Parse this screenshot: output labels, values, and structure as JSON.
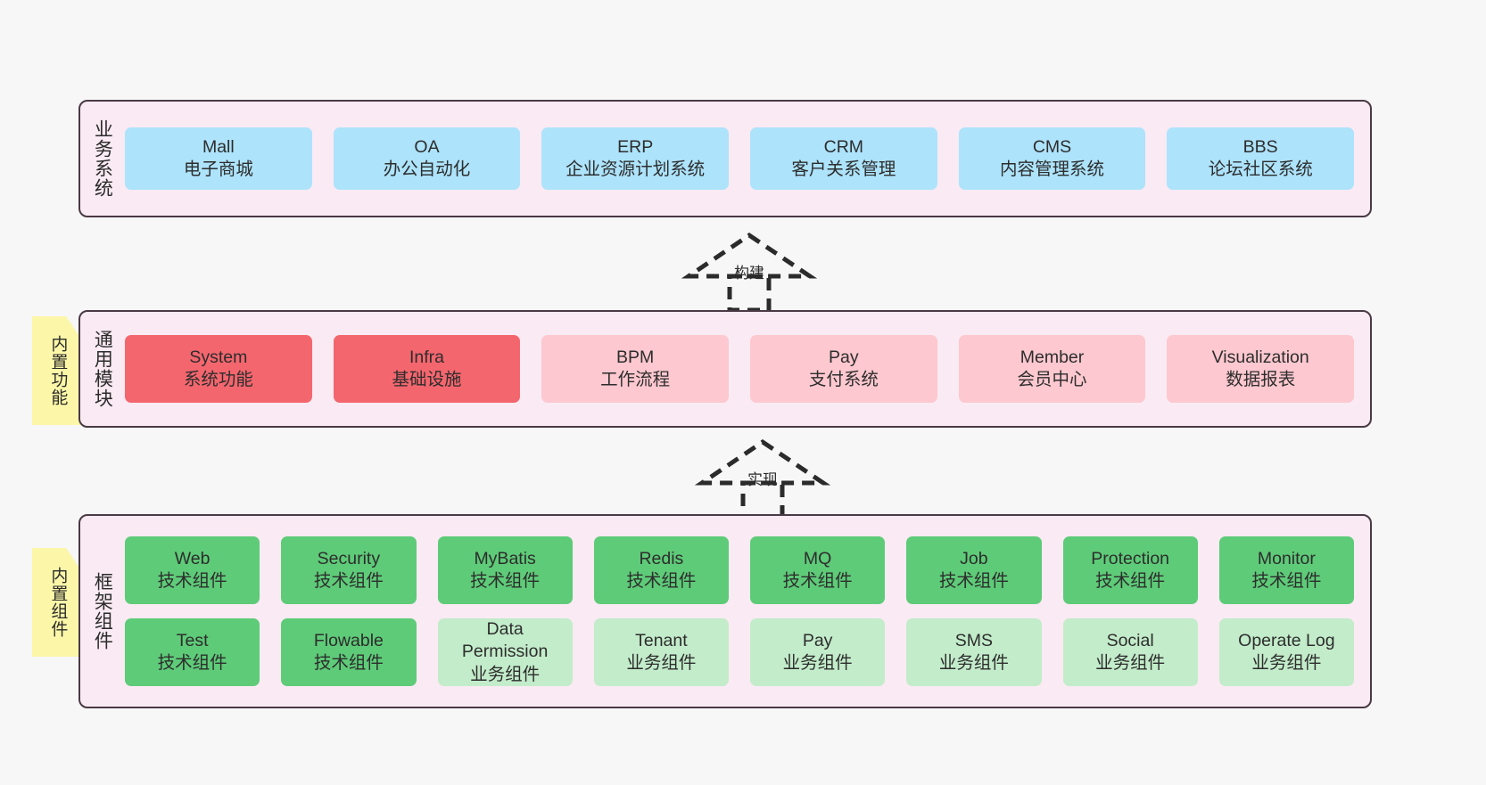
{
  "diagram": {
    "title": "",
    "background": "#f7f7f7",
    "panel_bg": "#f9eaf3",
    "panel_border": "#4a3a45",
    "note_bg": "#fcf7a8",
    "note_fold": "#c9c9c9"
  },
  "notes": [
    {
      "id": "builtin-function",
      "text": "内置功能"
    },
    {
      "id": "builtin-component",
      "text": "内置组件"
    }
  ],
  "arrows": [
    {
      "id": "build",
      "label": "构建",
      "style": "dashed-generalization",
      "direction": "up"
    },
    {
      "id": "implement",
      "label": "实现",
      "style": "dashed-generalization",
      "direction": "up"
    }
  ],
  "layers": [
    {
      "id": "business-system",
      "title": "业务系统",
      "rows": [
        {
          "cells": [
            {
              "name": "Mall",
              "sub": "电子商城",
              "color": "#ade3fb",
              "variant": "c-blue"
            },
            {
              "name": "OA",
              "sub": "办公自动化",
              "color": "#ade3fb",
              "variant": "c-blue"
            },
            {
              "name": "ERP",
              "sub": "企业资源计划系统",
              "color": "#ade3fb",
              "variant": "c-blue"
            },
            {
              "name": "CRM",
              "sub": "客户关系管理",
              "color": "#ade3fb",
              "variant": "c-blue"
            },
            {
              "name": "CMS",
              "sub": "内容管理系统",
              "color": "#ade3fb",
              "variant": "c-blue"
            },
            {
              "name": "BBS",
              "sub": "论坛社区系统",
              "color": "#ade3fb",
              "variant": "c-blue"
            }
          ]
        }
      ]
    },
    {
      "id": "common-module",
      "title": "通用模块",
      "rows": [
        {
          "cells": [
            {
              "name": "System",
              "sub": "系统功能",
              "color": "#f4666e",
              "variant": "c-red"
            },
            {
              "name": "Infra",
              "sub": "基础设施",
              "color": "#f4666e",
              "variant": "c-red"
            },
            {
              "name": "BPM",
              "sub": "工作流程",
              "color": "#fdc8cf",
              "variant": "c-pink"
            },
            {
              "name": "Pay",
              "sub": "支付系统",
              "color": "#fdc8cf",
              "variant": "c-pink"
            },
            {
              "name": "Member",
              "sub": "会员中心",
              "color": "#fdc8cf",
              "variant": "c-pink"
            },
            {
              "name": "Visualization",
              "sub": "数据报表",
              "color": "#fdc8cf",
              "variant": "c-pink"
            }
          ]
        }
      ]
    },
    {
      "id": "framework-component",
      "title": "框架组件",
      "rows": [
        {
          "cells": [
            {
              "name": "Web",
              "sub": "技术组件",
              "color": "#5ecb78",
              "variant": "c-green"
            },
            {
              "name": "Security",
              "sub": "技术组件",
              "color": "#5ecb78",
              "variant": "c-green"
            },
            {
              "name": "MyBatis",
              "sub": "技术组件",
              "color": "#5ecb78",
              "variant": "c-green"
            },
            {
              "name": "Redis",
              "sub": "技术组件",
              "color": "#5ecb78",
              "variant": "c-green"
            },
            {
              "name": "MQ",
              "sub": "技术组件",
              "color": "#5ecb78",
              "variant": "c-green"
            },
            {
              "name": "Job",
              "sub": "技术组件",
              "color": "#5ecb78",
              "variant": "c-green"
            },
            {
              "name": "Protection",
              "sub": "技术组件",
              "color": "#5ecb78",
              "variant": "c-green"
            },
            {
              "name": "Monitor",
              "sub": "技术组件",
              "color": "#5ecb78",
              "variant": "c-green"
            }
          ]
        },
        {
          "cells": [
            {
              "name": "Test",
              "sub": "技术组件",
              "color": "#5ecb78",
              "variant": "c-green"
            },
            {
              "name": "Flowable",
              "sub": "技术组件",
              "color": "#5ecb78",
              "variant": "c-green"
            },
            {
              "name": "Data Permission",
              "sub": "业务组件",
              "color": "#c3ecca",
              "variant": "c-greenlight"
            },
            {
              "name": "Tenant",
              "sub": "业务组件",
              "color": "#c3ecca",
              "variant": "c-greenlight"
            },
            {
              "name": "Pay",
              "sub": "业务组件",
              "color": "#c3ecca",
              "variant": "c-greenlight"
            },
            {
              "name": "SMS",
              "sub": "业务组件",
              "color": "#c3ecca",
              "variant": "c-greenlight"
            },
            {
              "name": "Social",
              "sub": "业务组件",
              "color": "#c3ecca",
              "variant": "c-greenlight"
            },
            {
              "name": "Operate Log",
              "sub": "业务组件",
              "color": "#c3ecca",
              "variant": "c-greenlight"
            }
          ]
        }
      ]
    }
  ]
}
